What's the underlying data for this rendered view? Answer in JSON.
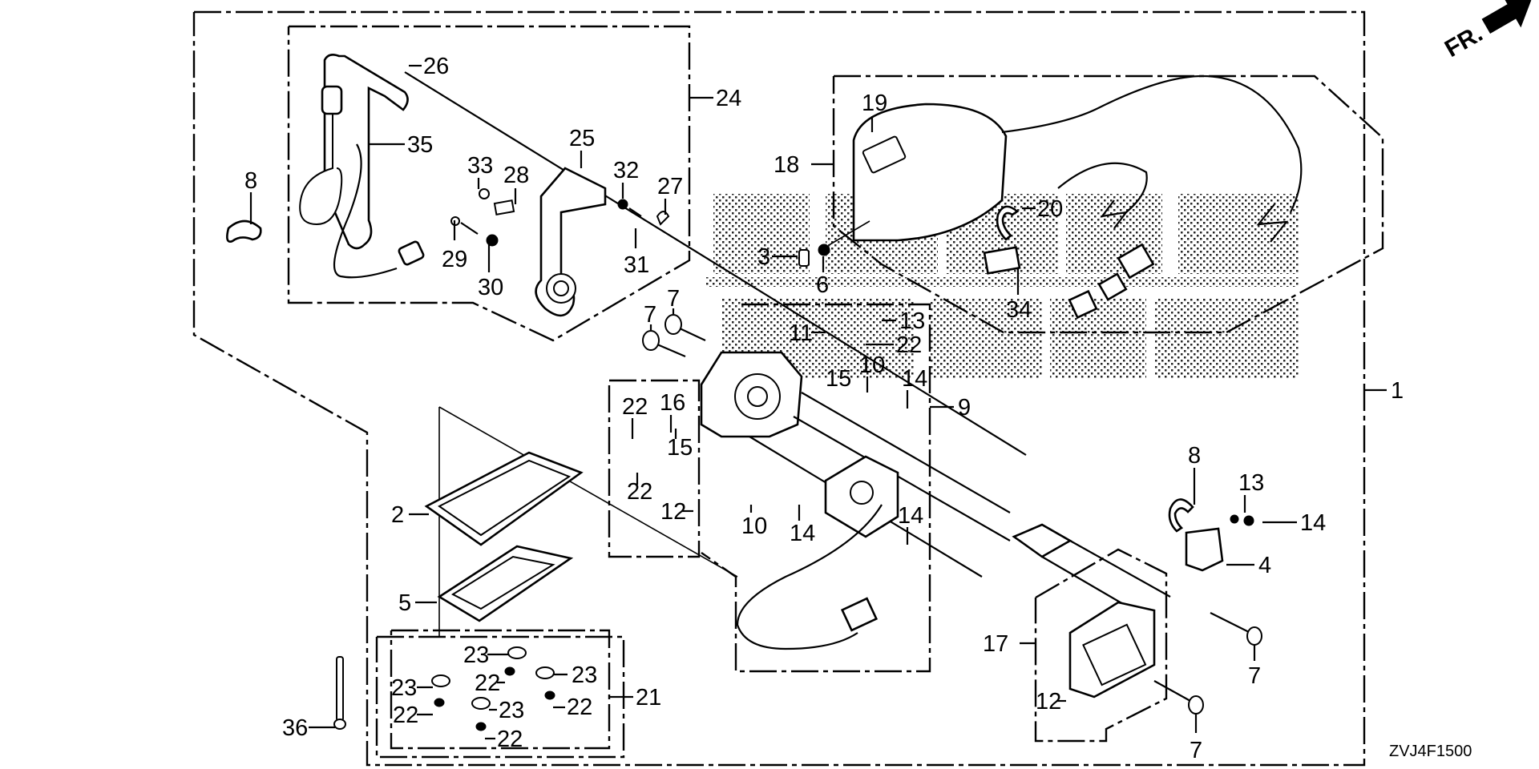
{
  "diagram": {
    "title": "Parts diagram (exploded view)",
    "diagram_code": "ZVJ4F1500",
    "direction_indicator": {
      "label": "FR.",
      "icon": "front-arrow-icon"
    },
    "watermark_colors": {
      "line": "#000000",
      "background": "#ffffff"
    },
    "callouts": [
      {
        "id": "c1",
        "label": "1"
      },
      {
        "id": "c2",
        "label": "2"
      },
      {
        "id": "c3",
        "label": "3"
      },
      {
        "id": "c4",
        "label": "4"
      },
      {
        "id": "c5",
        "label": "5"
      },
      {
        "id": "c6",
        "label": "6"
      },
      {
        "id": "c7a",
        "label": "7"
      },
      {
        "id": "c7b",
        "label": "7"
      },
      {
        "id": "c7c",
        "label": "7"
      },
      {
        "id": "c7d",
        "label": "7"
      },
      {
        "id": "c8a",
        "label": "8"
      },
      {
        "id": "c8b",
        "label": "8"
      },
      {
        "id": "c9",
        "label": "9"
      },
      {
        "id": "c10a",
        "label": "10"
      },
      {
        "id": "c10b",
        "label": "10"
      },
      {
        "id": "c11",
        "label": "11"
      },
      {
        "id": "c12a",
        "label": "12"
      },
      {
        "id": "c12b",
        "label": "12"
      },
      {
        "id": "c13a",
        "label": "13"
      },
      {
        "id": "c13b",
        "label": "13"
      },
      {
        "id": "c14a",
        "label": "14"
      },
      {
        "id": "c14b",
        "label": "14"
      },
      {
        "id": "c14c",
        "label": "14"
      },
      {
        "id": "c14d",
        "label": "14"
      },
      {
        "id": "c15a",
        "label": "15"
      },
      {
        "id": "c15b",
        "label": "15"
      },
      {
        "id": "c16",
        "label": "16"
      },
      {
        "id": "c17",
        "label": "17"
      },
      {
        "id": "c18",
        "label": "18"
      },
      {
        "id": "c19",
        "label": "19"
      },
      {
        "id": "c20",
        "label": "20"
      },
      {
        "id": "c21",
        "label": "21"
      },
      {
        "id": "c22a",
        "label": "22"
      },
      {
        "id": "c22b",
        "label": "22"
      },
      {
        "id": "c22c",
        "label": "22"
      },
      {
        "id": "c22d",
        "label": "22"
      },
      {
        "id": "c22e",
        "label": "22"
      },
      {
        "id": "c22f",
        "label": "22"
      },
      {
        "id": "c22g",
        "label": "22"
      },
      {
        "id": "c23a",
        "label": "23"
      },
      {
        "id": "c23b",
        "label": "23"
      },
      {
        "id": "c23c",
        "label": "23"
      },
      {
        "id": "c23d",
        "label": "23"
      },
      {
        "id": "c24",
        "label": "24"
      },
      {
        "id": "c25",
        "label": "25"
      },
      {
        "id": "c26",
        "label": "26"
      },
      {
        "id": "c27",
        "label": "27"
      },
      {
        "id": "c28",
        "label": "28"
      },
      {
        "id": "c29",
        "label": "29"
      },
      {
        "id": "c30",
        "label": "30"
      },
      {
        "id": "c31",
        "label": "31"
      },
      {
        "id": "c32",
        "label": "32"
      },
      {
        "id": "c33",
        "label": "33"
      },
      {
        "id": "c34",
        "label": "34"
      },
      {
        "id": "c35",
        "label": "35"
      },
      {
        "id": "c36",
        "label": "36"
      }
    ]
  }
}
